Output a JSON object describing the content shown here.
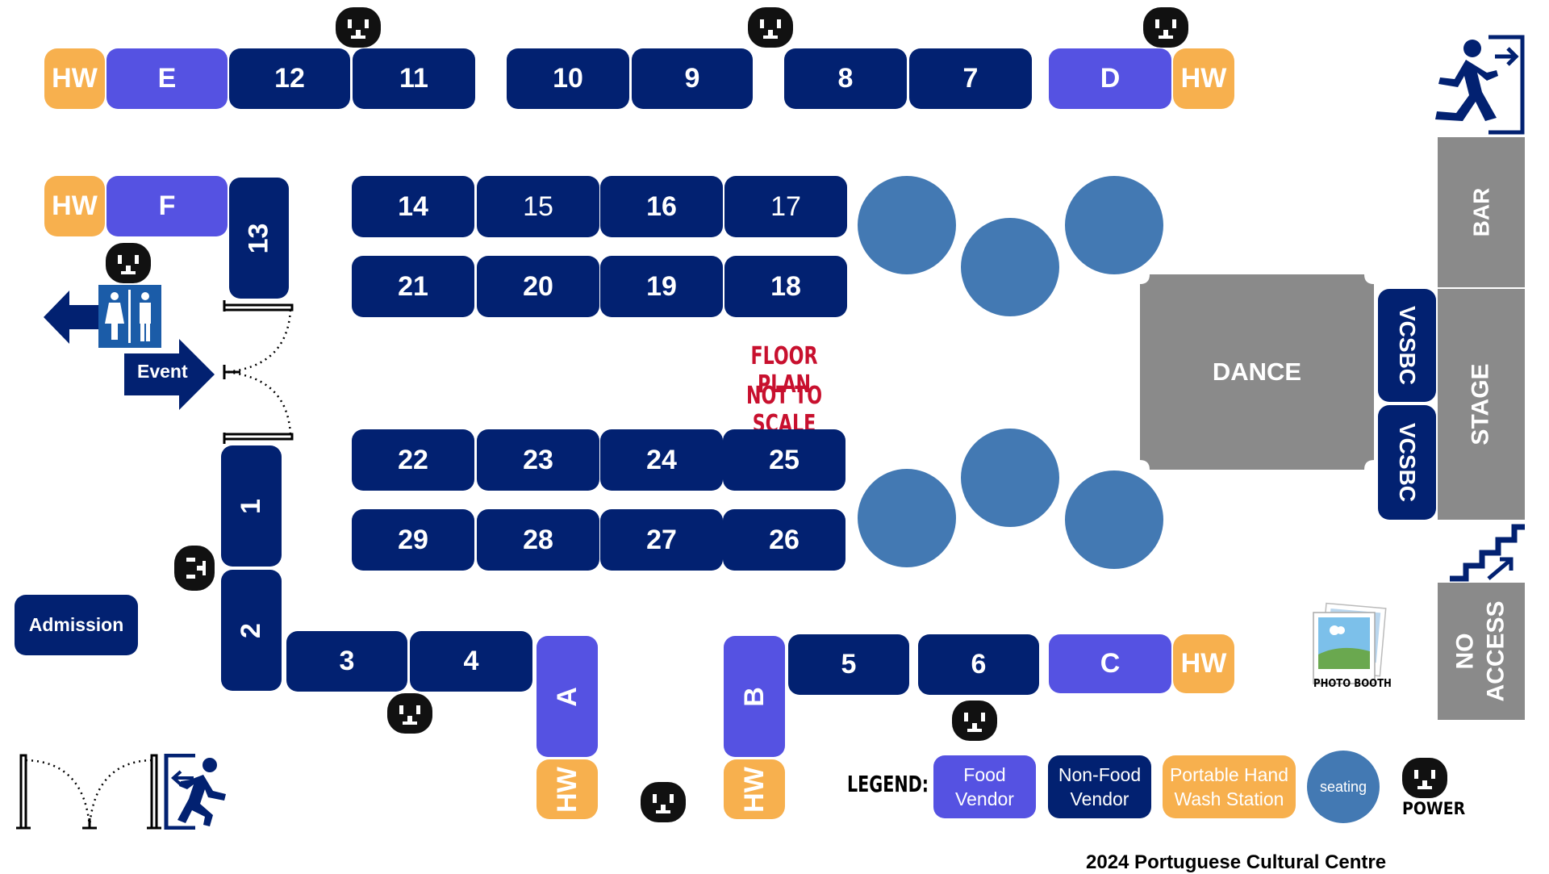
{
  "title": "FLOOR PLAN",
  "subtitle": "NOT TO SCALE",
  "footer": "2024 Portuguese Cultural Centre",
  "colors": {
    "non_food": "#022171",
    "food": "#5552e2",
    "hand_wash": "#f7b04e",
    "seating": "#4379b3",
    "gray_area": "#8a8a8a",
    "red_text": "#c8102e"
  },
  "booths": {
    "b1": "1",
    "b2": "2",
    "b3": "3",
    "b4": "4",
    "b5": "5",
    "b6": "6",
    "b7": "7",
    "b8": "8",
    "b9": "9",
    "b10": "10",
    "b11": "11",
    "b12": "12",
    "b13": "13",
    "b14": "14",
    "b15": "15",
    "b16": "16",
    "b17": "17",
    "b18": "18",
    "b19": "19",
    "b20": "20",
    "b21": "21",
    "b22": "22",
    "b23": "23",
    "b24": "24",
    "b25": "25",
    "b26": "26",
    "b27": "27",
    "b28": "28",
    "b29": "29"
  },
  "food_booths": {
    "A": "A",
    "B": "B",
    "C": "C",
    "D": "D",
    "E": "E",
    "F": "F"
  },
  "hand_wash_label": "HW",
  "areas": {
    "dance": "DANCE",
    "bar": "BAR",
    "stage": "STAGE",
    "vcsbc": "VCSBC",
    "no_access_1": "NO",
    "no_access_2": "ACCESS",
    "photo_booth": "PHOTO BOOTH",
    "admission": "Admission",
    "event": "Event"
  },
  "legend": {
    "label": "LEGEND:",
    "food_1": "Food",
    "food_2": "Vendor",
    "nonfood_1": "Non-Food",
    "nonfood_2": "Vendor",
    "hw_1": "Portable Hand",
    "hw_2": "Wash Station",
    "seating": "seating",
    "power": "POWER"
  },
  "icons": [
    "power-outlet-icon",
    "restroom-icon",
    "exit-icon",
    "stairs-icon",
    "photo-icon",
    "door-icon",
    "arrow-icon"
  ]
}
